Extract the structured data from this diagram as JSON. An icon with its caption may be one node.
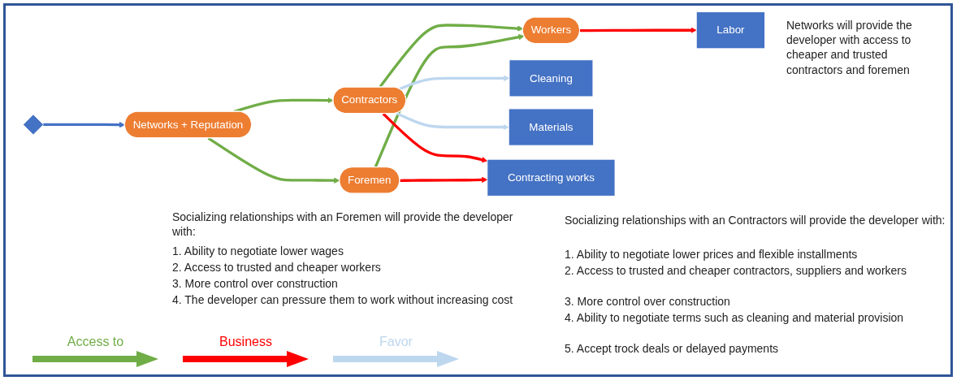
{
  "diagram": {
    "nodes": [
      {
        "text": [
          "Networks + Reputation"
        ]
      },
      {
        "text": [
          "Contractors"
        ]
      },
      {
        "text": [
          "Foremen"
        ]
      },
      {
        "text": [
          "Workers"
        ]
      },
      {
        "text": [
          "Cleaning"
        ]
      },
      {
        "text": [
          "Materials"
        ]
      },
      {
        "text": [
          "Contracting works"
        ]
      },
      {
        "text": [
          "Labor"
        ]
      },
      {
        "text": [],
        "shape": "diamond"
      }
    ],
    "edges": [
      {
        "from": 8,
        "to": 0,
        "arrow": "to",
        "color": "#4472c4"
      },
      {
        "from": 0,
        "to": 1,
        "arrow": "to"
      },
      {
        "from": 0,
        "to": 2,
        "arrow": "to"
      },
      {
        "from": 1,
        "to": 3,
        "arrow": "to"
      },
      {
        "from": 2,
        "to": 3,
        "arrow": "to"
      },
      {
        "from": 1,
        "to": 4,
        "arrow": "to",
        "color": "#bdd7ee"
      },
      {
        "from": 1,
        "to": 5,
        "arrow": "to",
        "color": "#bdd7ee"
      },
      {
        "from": 1,
        "to": 6,
        "arrow": "to",
        "color": "#ff0000"
      },
      {
        "from": 2,
        "to": 6,
        "arrow": "to",
        "color": "#ff0000"
      },
      {
        "from": 3,
        "to": 7,
        "arrow": "to",
        "color": "#ff0000"
      }
    ],
    "labels": [
      "Networks will provide the developer with access to cheaper and trusted contractors and foremen",
      "Socializing relationships with an Foremen will provide the developer with:",
      "1. Ability to negotiate lower wages",
      "2. Access to trusted and cheaper workers",
      "3. More control over construction",
      "4. The developer can pressure them to work without increasing cost",
      "Socializing relationships with an Contractors will provide the developer with:",
      "1. Ability to negotiate lower prices and flexible installments",
      "2. Access to trusted and cheaper contractors, suppliers and workers",
      "3. More control over construction",
      "4. Ability to negotiate terms such as cleaning and material provision",
      "5. Accept trock deals or delayed payments"
    ],
    "legend": [
      {
        "text": "Access to"
      },
      {
        "text": "Business"
      },
      {
        "text": "Favor"
      }
    ]
  }
}
